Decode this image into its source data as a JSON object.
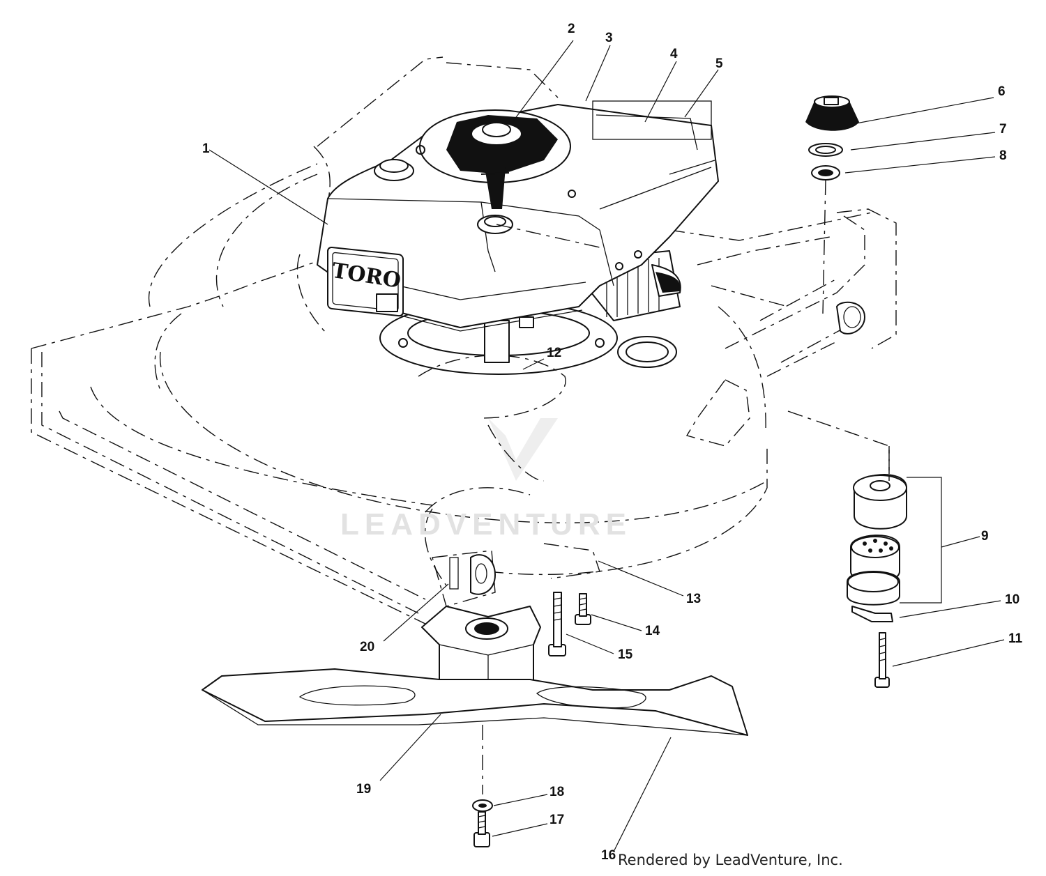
{
  "diagram": {
    "part_labels": [
      "1",
      "2",
      "3",
      "4",
      "5",
      "6",
      "7",
      "8",
      "9",
      "10",
      "11",
      "12",
      "13",
      "14",
      "15",
      "16",
      "17",
      "18",
      "19",
      "20"
    ],
    "engine_brand": "TORO",
    "watermark": "LEADVENTURE",
    "credit": "Rendered by LeadVenture, Inc."
  }
}
